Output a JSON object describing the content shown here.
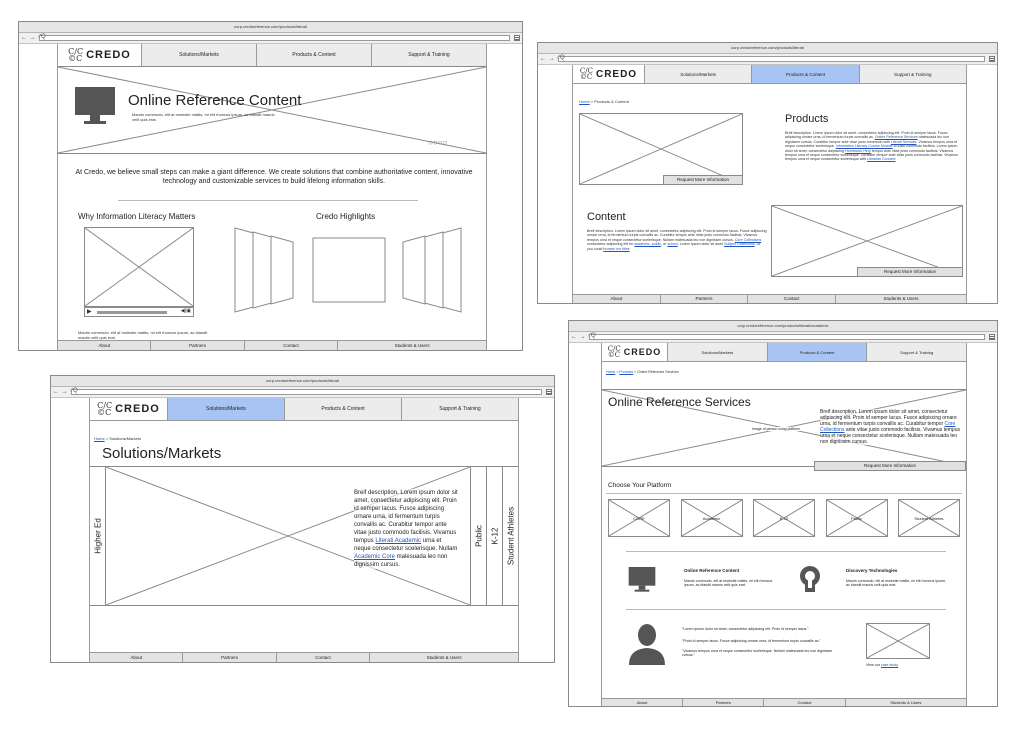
{
  "common": {
    "url_products": "corp.credoreference.com/products/literati",
    "url_academic": "corp.credoreference.com/products/literati/academic",
    "nav_glyphs": "← → C",
    "search_glyph": "Q",
    "logo_mark_top": "C/C",
    "logo_mark_bottom": "©C",
    "logo_word": "CREDO",
    "nav": [
      "Solutions/Markets",
      "Products & Content",
      "Support & Training"
    ],
    "footer": [
      "About",
      "Partners",
      "Contact",
      "Students & Users"
    ],
    "home": "Home"
  },
  "home_page": {
    "hero_title": "Online Reference Content",
    "hero_text": "Mauris commodo, elit at molestie mattis, mi elit rhoncus ipsum, ac blandit mauris velit quis erat.",
    "carousel_dots": "○○○○",
    "mission": "At Credo, we believe small steps can make a giant difference. We create solutions that combine authoritative content, innovative technology and customizable services to build lifelong information skills.",
    "left_heading": "Why Information Literacy Matters",
    "right_heading": "Credo Highlights",
    "video_caption": "Mauris commodo, elit at molestie mattis, mi elit rhoncus ipsum, ac blandit mauris velit quis erat.",
    "video_controls": "▶",
    "video_icons": "◀)▣"
  },
  "products_page": {
    "breadcrumb_rest": " > Products & Content",
    "products_title": "Products",
    "products_desc_a": "Breif description. Lorem ipsum dolor sit amet, consectetur adipiscing elit. Proin id semper lacus. Fusce adipiscing ornare urna, id fermentum turpis convallis ac.",
    "products_link1": "Online Reference Services",
    "products_desc_b": " malesuada leo non dignissim cursus. Curabitur tempor ante vitae justo commodo with",
    "products_link2": "Literati Services",
    "products_desc_c": ". Vivamus tempus urna et neque consectetur scelerisque.",
    "products_link3": "Information Literacy Course Module",
    "products_desc_d": " to justo commodo facilisis. Lorem ipsum dolor sit amet, consectetur adipiscing",
    "products_link4": "Homework Help",
    "products_desc_e": " tempor ante vitae justo commodo facilisis. Vivamus tempus urna et neque consectetur scelerisque. Curabitur tempor ante vitae justo commodo facilisis. Vivamus tempus urna et neque consectetur scelerisque with",
    "products_link5": "Librarian Connect",
    "content_title": "Content",
    "content_desc_a": "Breif description. Lorem ipsum dolor sit amet, consectetur adipiscing elit. Proin id semper lacus. Fusce adipiscing ornare urna, id fermentum turpis convallis ac. Curabitur tempor ante vitae justo commodo facilisis. Vivamus tempus urna et neque consectetur scelerisque. Nullam malesuada leo non dignissim cursus.",
    "content_link1": "Core Collections",
    "content_desc_b": " consectetur adipiscing elit for",
    "content_link2": "academic, public",
    "content_desc_c": ", or",
    "content_link3": "school",
    "content_desc_d": ". Lorem ipsum dolor sit amet",
    "content_link4": "Subject Collections",
    "content_desc_e": ". Or you could",
    "content_link5": "browse our titles",
    "request_button": "Request More Information"
  },
  "solutions_page": {
    "breadcrumb_rest": " > Solutions/Markets",
    "title": "Solutions/Markets",
    "tab_main": "Higher Ed",
    "tabs": [
      "Public",
      "K-12",
      "Student Athletes"
    ],
    "desc_a": "Breif description. Lorem ipsum dolor sit amet, consectetur adipiscing elit. Proin id semper lacus. Fusce adipiscing ornare urna, id fermentum turpis convallis ac. Curabitur tempor ante vitae justo commodo facilisis. Vivamus tempus",
    "desc_link1": "Literati Academic",
    "desc_b": " urna et neque consectetur scelerisque. Nullam",
    "desc_link2": "Academic Core",
    "desc_c": " malesuada leo non dignissim cursus."
  },
  "services_page": {
    "breadcrumb_mid": "Products",
    "breadcrumb_rest": " > Online Reference Services",
    "title": "Online Reference Services",
    "image_caption": "Image of person using platform",
    "desc_a": "Breif description. Lorem ipsum dolor sit amet, consectetur adipiscing elit. Proin id semper lacus. Fusce adipiscing ornare urna, id fermentum turpis convallis ac. Curabitur tempor",
    "desc_link": "Core Collections",
    "desc_b": " ante vitae justo commodo facilisis. Vivamus tempus urna et neque consectetur scelerisque. Nullam malesuada leo non dignissim cursus.",
    "request_button": "Request More Information",
    "platform_heading": "Choose Your Platform",
    "platforms": [
      "CORE",
      "Academic",
      "K-12",
      "Public",
      "Student Athletes"
    ],
    "feature1_title": "Online Reference Content",
    "feature1_text": "Mauris commodo, elit at molestie mattis, mi elit rhoncus ipsum, ac blandit mauris velit quis erat.",
    "feature2_title": "Discovery Technologies",
    "feature2_text": "Mauris commodo, elit at molestie mattis, mi elit rhoncus ipsum, ac blandit mauris velit quis erat.",
    "quote1": "\"Lorem ipsum dolor sit amet, consectetur adipiscing elit. Proin id semper lacus.\"",
    "quote2": "\"Proin id semper lacus. Fusce adipiscing ornare urna, id fermentum turpis convallis ac.\"",
    "quote3": "\"Vivamus tempus urna et neque consectetur scelerisque. Nullam malesuada leo non dignissim cursus.\"",
    "case_prefix": "View our ",
    "case_link": "case study"
  }
}
